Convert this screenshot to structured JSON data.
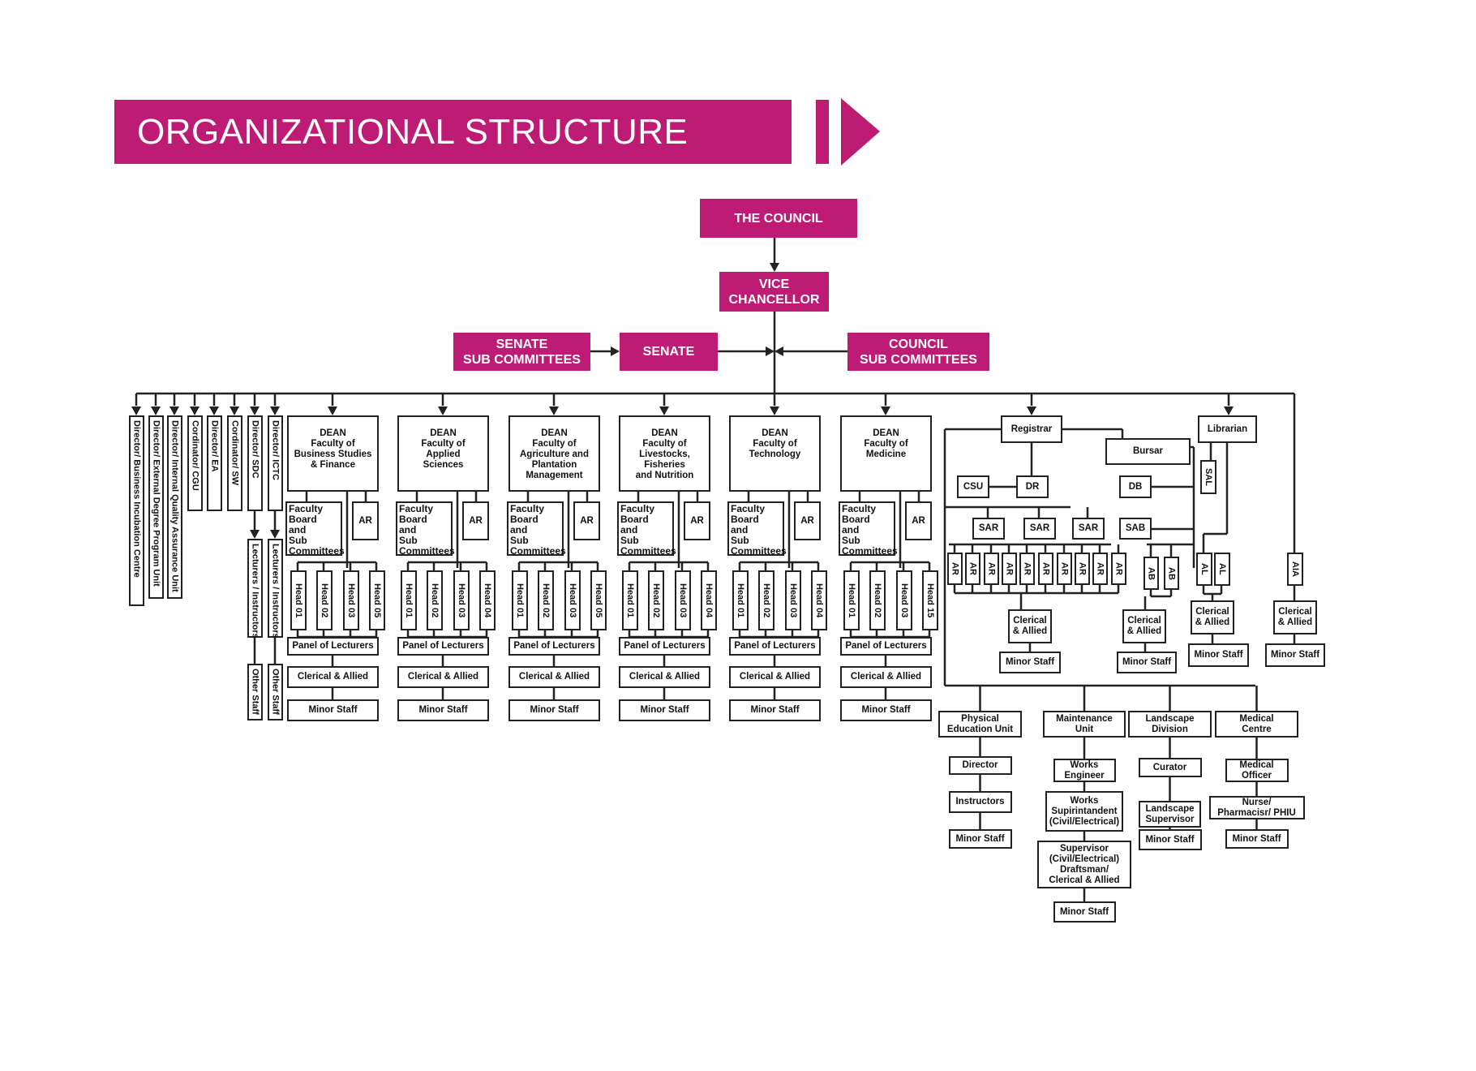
{
  "title": "ORGANIZATIONAL STRUCTURE",
  "colors": {
    "accent": "#be1c74",
    "line": "#222222"
  },
  "top": {
    "council": "THE COUNCIL",
    "vice_chancellor": "VICE\nCHANCELLOR",
    "senate_sub_committees": "SENATE\nSUB COMMITTEES",
    "senate": "SENATE",
    "council_sub_committees": "COUNCIL\nSUB COMMITTEES"
  },
  "directors": [
    "Director/ Business Incubation Centre",
    "Director/ External Degree Program Unit",
    "Director/ Internal Quality Assurance Unit",
    "Cordinator/ CGU",
    "Director/ EA",
    "Cordinator/ SW",
    "Director/ SDC",
    "Director/ ICTC"
  ],
  "sdc_ictc_children": {
    "lecturers": "Lecturers / Instructors",
    "other_staff": "Other Staff"
  },
  "faculties": [
    {
      "dean": "DEAN\nFaculty of\nBusiness Studies\n& Finance",
      "heads": [
        "Head 01",
        "Head 02",
        "Head 03",
        "Head 05"
      ]
    },
    {
      "dean": "DEAN\nFaculty of\nApplied\nSciences",
      "heads": [
        "Head 01",
        "Head 02",
        "Head 03",
        "Head 04"
      ]
    },
    {
      "dean": "DEAN\nFaculty of\nAgriculture and\nPlantation\nManagement",
      "heads": [
        "Head 01",
        "Head 02",
        "Head 03",
        "Head 05"
      ]
    },
    {
      "dean": "DEAN\nFaculty of\nLivestocks,\nFisheries\nand Nutrition",
      "heads": [
        "Head 01",
        "Head 02",
        "Head 03",
        "Head 04"
      ]
    },
    {
      "dean": "DEAN\nFaculty of\nTechnology",
      "heads": [
        "Head 01",
        "Head 02",
        "Head 03",
        "Head 04"
      ]
    },
    {
      "dean": "DEAN\nFaculty of\nMedicine",
      "heads": [
        "Head 01",
        "Head 02",
        "Head 03",
        "Head 15"
      ]
    }
  ],
  "faculty_common": {
    "board": "Faculty\nBoard\nand\nSub\nCommittees",
    "ar": "AR",
    "panel": "Panel of Lecturers",
    "clerical": "Clerical & Allied",
    "minor": "Minor Staff"
  },
  "registrar": {
    "label": "Registrar",
    "csu": "CSU",
    "dr": "DR",
    "sar": [
      "SAR",
      "SAR",
      "SAR"
    ],
    "ar": [
      "AR",
      "AR",
      "AR",
      "AR",
      "AR",
      "AR",
      "AR",
      "AR",
      "AR",
      "AR"
    ],
    "clerical": "Clerical\n& Allied",
    "minor": "Minor Staff"
  },
  "bursar": {
    "label": "Bursar",
    "db": "DB",
    "sab": "SAB",
    "ab": [
      "AB",
      "AB"
    ],
    "clerical": "Clerical\n& Allied",
    "minor": "Minor Staff"
  },
  "librarian": {
    "label": "Librarian",
    "sal": "SAL",
    "al": [
      "AL",
      "AL"
    ],
    "clerical": "Clerical\n& Allied",
    "minor": "Minor Staff"
  },
  "aia": {
    "label": "AIA",
    "clerical": "Clerical\n& Allied",
    "minor": "Minor Staff"
  },
  "units": [
    {
      "name": "Physical\nEducation Unit",
      "chain": [
        "Director",
        "Instructors",
        "Minor Staff"
      ]
    },
    {
      "name": "Maintenance\nUnit",
      "chain": [
        "Works\nEngineer",
        "Works\nSupirintandent\n(Civil/Electrical)",
        "Supervisor\n(Civil/Electrical)\nDraftsman/\nClerical & Allied",
        "Minor Staff"
      ]
    },
    {
      "name": "Landscape\nDivision",
      "chain": [
        "Curator",
        "Landscape\nSupervisor",
        "Minor Staff"
      ]
    },
    {
      "name": "Medical\nCentre",
      "chain": [
        "Medical\nOfficer",
        "Nurse/\nPharmacisr/ PHIU",
        "Minor Staff"
      ]
    }
  ]
}
